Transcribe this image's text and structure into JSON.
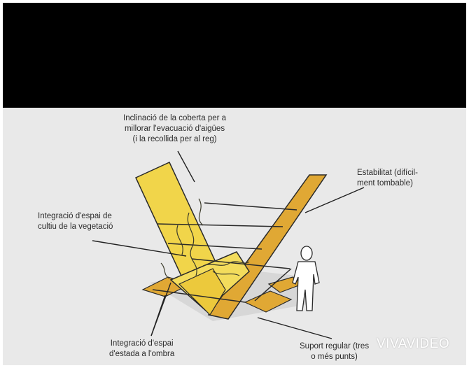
{
  "labels": {
    "roof_inclination": [
      "Inclinació de la coberta per a",
      "millorar l'evacuació d'aigües",
      "(i la recollida per al reg)"
    ],
    "stability": [
      "Estabilitat (difícil-",
      "ment tombable)"
    ],
    "cultivation": [
      "Integració d'espai de",
      "cultiu de la vegetació"
    ],
    "shade_stay": [
      "Integració d'espai",
      "d'estada a l'ombra"
    ],
    "support": [
      "Suport regular (tres",
      "o més punts)"
    ]
  },
  "watermark": "VIVAVIDEO",
  "colors": {
    "background": "#e9e9e9",
    "top_band": "#000000",
    "panel_yellow": "#f1d54a",
    "panel_orange": "#e0a834",
    "outline": "#2a2a2a"
  }
}
